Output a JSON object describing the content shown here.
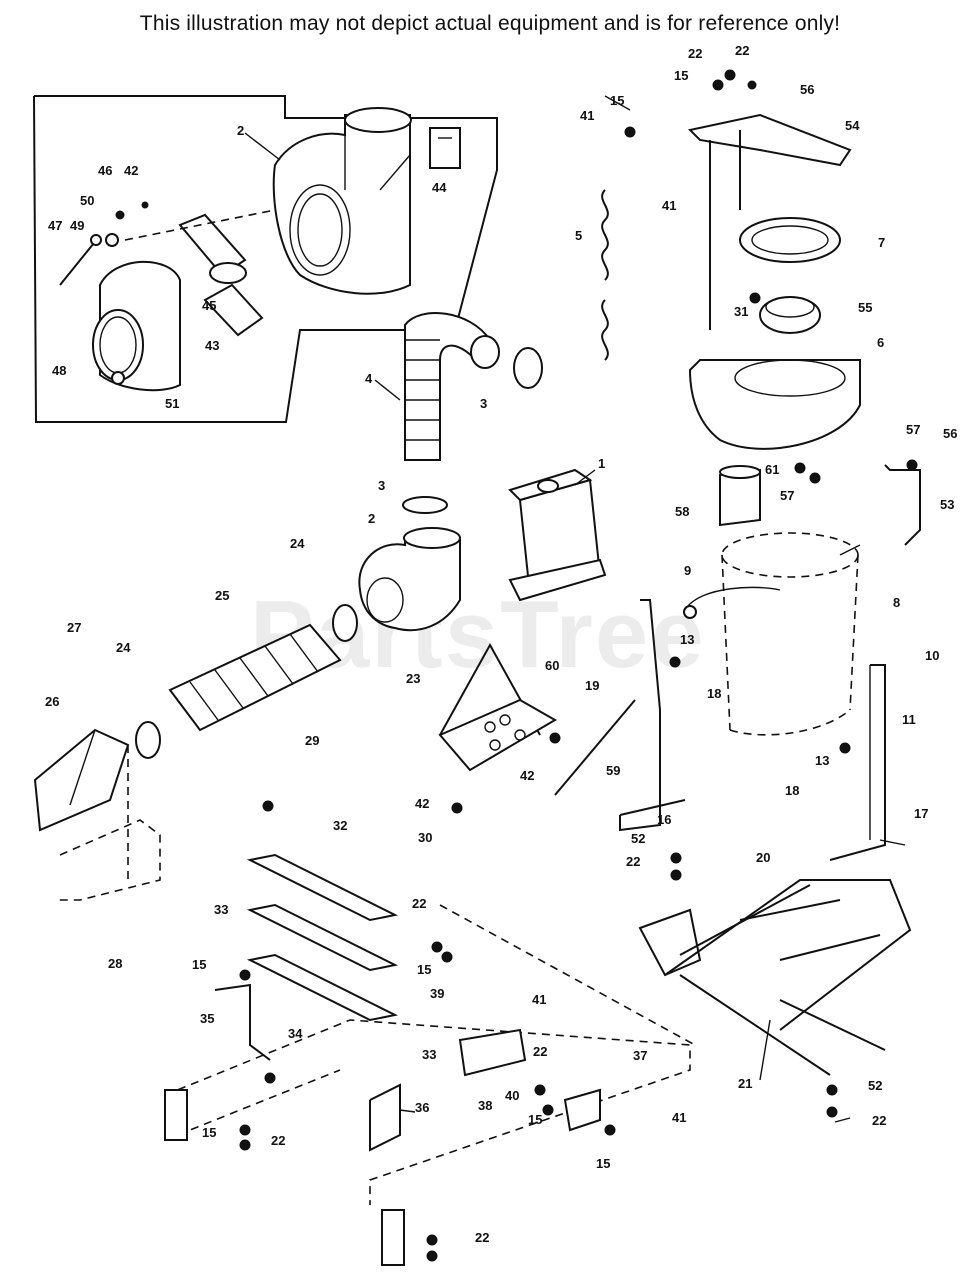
{
  "disclaimer": "This illustration may not depict actual equipment and is for reference only!",
  "watermark": "PartsTree",
  "callouts": {
    "c1": "1",
    "c2a": "2",
    "c2b": "2",
    "c3a": "3",
    "c3b": "3",
    "c4": "4",
    "c5": "5",
    "c6": "6",
    "c7": "7",
    "c8": "8",
    "c9": "9",
    "c10": "10",
    "c11": "11",
    "c13a": "13",
    "c13b": "13",
    "c15a": "15",
    "c15b": "15",
    "c15c": "15",
    "c15d": "15",
    "c15e": "15",
    "c15f": "15",
    "c15g": "15",
    "c16": "16",
    "c17": "17",
    "c18a": "18",
    "c18b": "18",
    "c19": "19",
    "c20": "20",
    "c21": "21",
    "c22a": "22",
    "c22b": "22",
    "c22c": "22",
    "c22d": "22",
    "c22e": "22",
    "c22f": "22",
    "c22g": "22",
    "c22h": "22",
    "c23": "23",
    "c24a": "24",
    "c24b": "24",
    "c25": "25",
    "c26": "26",
    "c27": "27",
    "c28": "28",
    "c29": "29",
    "c30": "30",
    "c31": "31",
    "c32": "32",
    "c33a": "33",
    "c33b": "33",
    "c34": "34",
    "c35": "35",
    "c36": "36",
    "c37": "37",
    "c38": "38",
    "c39": "39",
    "c40": "40",
    "c41a": "41",
    "c41b": "41",
    "c41c": "41",
    "c41d": "41",
    "c42a": "42",
    "c42b": "42",
    "c42c": "42",
    "c43": "43",
    "c44": "44",
    "c45": "45",
    "c46": "46",
    "c47": "47",
    "c48": "48",
    "c49": "49",
    "c50": "50",
    "c51": "51",
    "c52a": "52",
    "c52b": "52",
    "c53": "53",
    "c54": "54",
    "c55": "55",
    "c56a": "56",
    "c56b": "56",
    "c57a": "57",
    "c57b": "57",
    "c58": "58",
    "c59": "59",
    "c60": "60",
    "c61": "61"
  }
}
